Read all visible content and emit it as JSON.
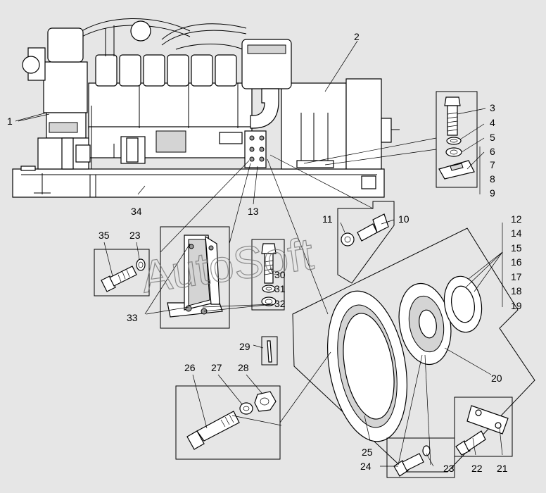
{
  "watermark": "AutoSoft",
  "labels": [
    {
      "id": "1",
      "text": "1"
    },
    {
      "id": "2",
      "text": "2"
    },
    {
      "id": "3",
      "text": "3"
    },
    {
      "id": "4",
      "text": "4"
    },
    {
      "id": "5",
      "text": "5"
    },
    {
      "id": "6",
      "text": "6"
    },
    {
      "id": "7",
      "text": "7"
    },
    {
      "id": "8",
      "text": "8"
    },
    {
      "id": "9",
      "text": "9"
    },
    {
      "id": "10",
      "text": "10"
    },
    {
      "id": "11",
      "text": "11"
    },
    {
      "id": "12",
      "text": "12"
    },
    {
      "id": "13",
      "text": "13"
    },
    {
      "id": "14",
      "text": "14"
    },
    {
      "id": "15",
      "text": "15"
    },
    {
      "id": "16",
      "text": "16"
    },
    {
      "id": "17",
      "text": "17"
    },
    {
      "id": "18",
      "text": "18"
    },
    {
      "id": "19",
      "text": "19"
    },
    {
      "id": "20",
      "text": "20"
    },
    {
      "id": "21",
      "text": "21"
    },
    {
      "id": "22",
      "text": "22"
    },
    {
      "id": "23a",
      "text": "23"
    },
    {
      "id": "23b",
      "text": "23"
    },
    {
      "id": "24",
      "text": "24"
    },
    {
      "id": "25",
      "text": "25"
    },
    {
      "id": "26",
      "text": "26"
    },
    {
      "id": "27",
      "text": "27"
    },
    {
      "id": "28",
      "text": "28"
    },
    {
      "id": "29",
      "text": "29"
    },
    {
      "id": "30",
      "text": "30"
    },
    {
      "id": "31",
      "text": "31"
    },
    {
      "id": "32",
      "text": "32"
    },
    {
      "id": "33",
      "text": "33"
    },
    {
      "id": "34",
      "text": "34"
    },
    {
      "id": "35",
      "text": "35"
    }
  ]
}
